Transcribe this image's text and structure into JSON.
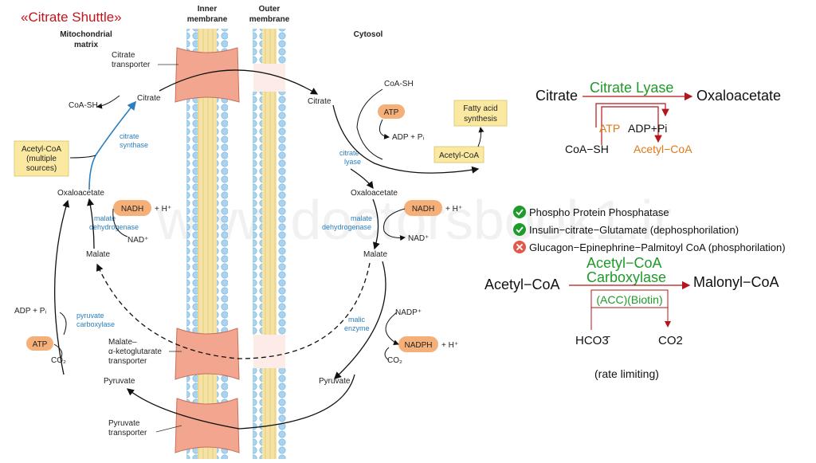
{
  "title": "«Citrate Shuttle»",
  "headers": {
    "matrix_line1": "Mitochondrial",
    "matrix_line2": "matrix",
    "inner_line1": "Inner",
    "inner_line2": "membrane",
    "outer_line1": "Outer",
    "outer_line2": "membrane",
    "cytosol": "Cytosol"
  },
  "left": {
    "citrate_transporter_1": "Citrate",
    "citrate_transporter_2": "transporter",
    "citrate": "Citrate",
    "coash": "CoA-SH",
    "acetylcoa_1": "Acetyl-CoA",
    "acetylcoa_2": "(multiple",
    "acetylcoa_3": "sources)",
    "citrate_synthase_1": "citrate",
    "citrate_synthase_2": "synthase",
    "oxaloacetate": "Oxaloacetate",
    "nadh": "NADH",
    "nadh_h": "+ H⁺",
    "malate_dh_1": "malate",
    "malate_dh_2": "dehydrogenase",
    "nad": "NAD⁺",
    "malate": "Malate",
    "adp_pi": "ADP + Pᵢ",
    "pyr_carb_1": "pyruvate",
    "pyr_carb_2": "carboxylase",
    "atp": "ATP",
    "co2": "CO₂",
    "makg_1": "Malate–",
    "makg_2": "α-ketoglutarate",
    "makg_3": "transporter",
    "pyruvate": "Pyruvate",
    "pyr_transporter_1": "Pyruvate",
    "pyr_transporter_2": "transporter"
  },
  "right": {
    "coash": "CoA-SH",
    "citrate": "Citrate",
    "atp": "ATP",
    "fatty_1": "Fatty acid",
    "fatty_2": "synthesis",
    "adp_pi": "ADP + Pᵢ",
    "citrate_lyase_1": "citrate",
    "citrate_lyase_2": "lyase",
    "acetylcoa": "Acetyl-CoA",
    "oxaloacetate": "Oxaloacetate",
    "nadh": "NADH",
    "nadh_h": "+ H⁺",
    "malate_dh_1": "malate",
    "malate_dh_2": "dehydrogenase",
    "nad": "NAD⁺",
    "malate": "Malate",
    "nadp": "NADP⁺",
    "malic_1": "malic",
    "malic_2": "enzyme",
    "nadph": "NADPH",
    "nadph_h": "+ H⁺",
    "co2": "CO₂",
    "pyruvate": "Pyruvate"
  },
  "reaction1": {
    "substrate": "Citrate",
    "enzyme": "Citrate Lyase",
    "product": "Oxaloacetate",
    "atp": "ATP",
    "adp_pi": "ADP+Pi",
    "coash": "CoA−SH",
    "acetylcoa": "Acetyl−CoA"
  },
  "regulation": [
    {
      "icon": "check",
      "text": "Phospho Protein Phosphatase"
    },
    {
      "icon": "check",
      "text": "Insulin−citrate−Glutamate (dephosphorilation)"
    },
    {
      "icon": "cross",
      "text": "Glucagon−Epinephrine−Palmitoyl CoA (phosphorilation)"
    }
  ],
  "reaction2": {
    "substrate": "Acetyl−CoA",
    "enzyme_1": "Acetyl−CoA",
    "enzyme_2": "Carboxylase",
    "product": "Malonyl−CoA",
    "cofactors": "(ACC)(Biotin)",
    "hco3": "HCO3̄",
    "co2": "CO2",
    "note": "(rate limiting)"
  },
  "watermark": "www.doctorsbook1.ir",
  "colors": {
    "title_red": "#c0161b",
    "enzyme_green": "#1f9a2b",
    "side_orange": "#e07a18",
    "arrow_red": "#b5161b",
    "enzyme_blue": "#2a7fc0",
    "pill_orange": "#f5b07a",
    "box_yellow": "#fbe9a2"
  }
}
